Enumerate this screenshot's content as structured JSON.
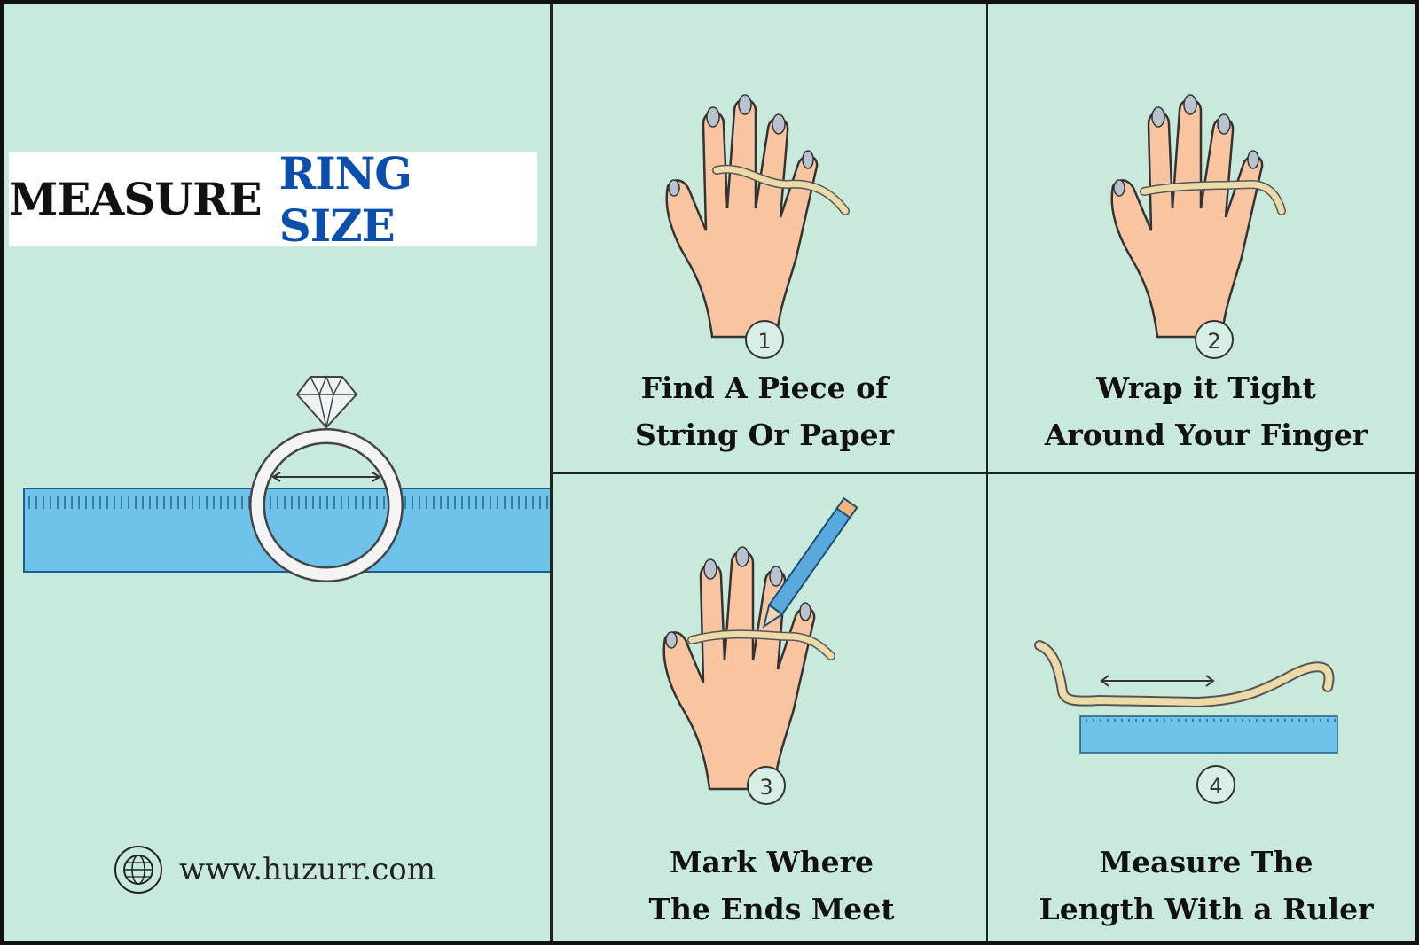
{
  "title": {
    "part1": "MEASURE",
    "part2": "RING SIZE"
  },
  "website": {
    "icon": "globe-icon",
    "url": "www.huzurr.com"
  },
  "steps": [
    {
      "number": "1",
      "line1": "Find A Piece of",
      "line2": "String Or Paper"
    },
    {
      "number": "2",
      "line1": "Wrap it Tight",
      "line2": "Around Your Finger"
    },
    {
      "number": "3",
      "line1": "Mark Where",
      "line2": "The Ends Meet"
    },
    {
      "number": "4",
      "line1": "Measure The",
      "line2": "Length With a Ruler"
    }
  ],
  "colors": {
    "background": "#c8eadb",
    "accent": "#0a4fae",
    "ruler": "#6ec3ea",
    "skin": "#f9c4a0",
    "string": "#ecdba8"
  }
}
